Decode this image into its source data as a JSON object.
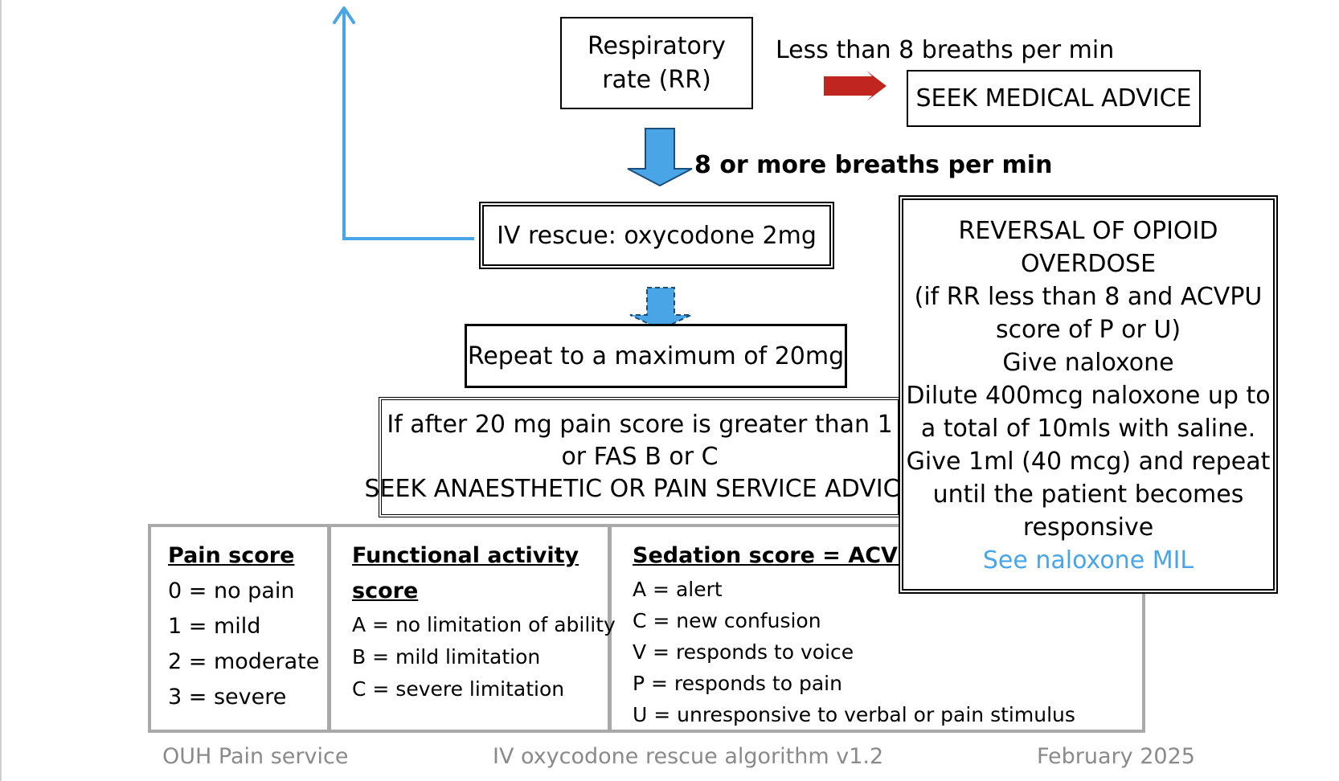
{
  "flowchart": {
    "respiratory_box": {
      "lines": [
        "Respiratory",
        "rate (RR)"
      ]
    },
    "low_rr_label": "Less than 8 breaths per min",
    "seek_medical": "SEEK MEDICAL ADVICE",
    "ok_rr_label": "8 or more breaths per min",
    "iv_rescue": "IV rescue: oxycodone 2mg",
    "repeat": "Repeat to a maximum of 20mg",
    "after_box": {
      "lines": [
        "If after 20 mg pain score is greater than 1",
        "or FAS B or C",
        "SEEK ANAESTHETIC OR PAIN SERVICE ADVICE"
      ]
    },
    "reversal_box": {
      "lines": [
        "REVERSAL OF OPIOID",
        "OVERDOSE",
        "(if RR less than 8 and ACVPU",
        "score of P or U)",
        "Give naloxone",
        "Dilute 400mcg naloxone up to",
        "a total of 10mls with saline.",
        "Give 1ml (40 mcg) and repeat",
        "until the patient becomes",
        "responsive"
      ],
      "link": "See naloxone MIL"
    }
  },
  "scores": {
    "pain": {
      "heading": "Pain score",
      "items": [
        "0 = no pain",
        "1 = mild",
        "2 = moderate",
        "3 = severe"
      ]
    },
    "functional": {
      "heading_lines": [
        "Functional activity",
        "score"
      ],
      "items": [
        "A = no limitation of ability",
        "B = mild limitation",
        "C = severe limitation"
      ]
    },
    "sedation": {
      "heading": "Sedation score = ACVPU",
      "items": [
        "A = alert",
        "C = new confusion",
        "V = responds to voice",
        "P = responds to pain",
        "U = unresponsive to verbal or pain stimulus"
      ]
    }
  },
  "footer": {
    "left": "OUH Pain service",
    "center": "IV oxycodone rescue algorithm v1.2",
    "right": "February 2025"
  },
  "colors": {
    "blue_arrow": "#4aa5e6",
    "red_arrow": "#c0261f",
    "table_border": "#a9a9a9",
    "link": "#4aa5e6",
    "footer_text": "#8a8a8a"
  },
  "icons": [
    "up-arrow-icon",
    "down-arrow-icon",
    "right-arrow-icon"
  ]
}
